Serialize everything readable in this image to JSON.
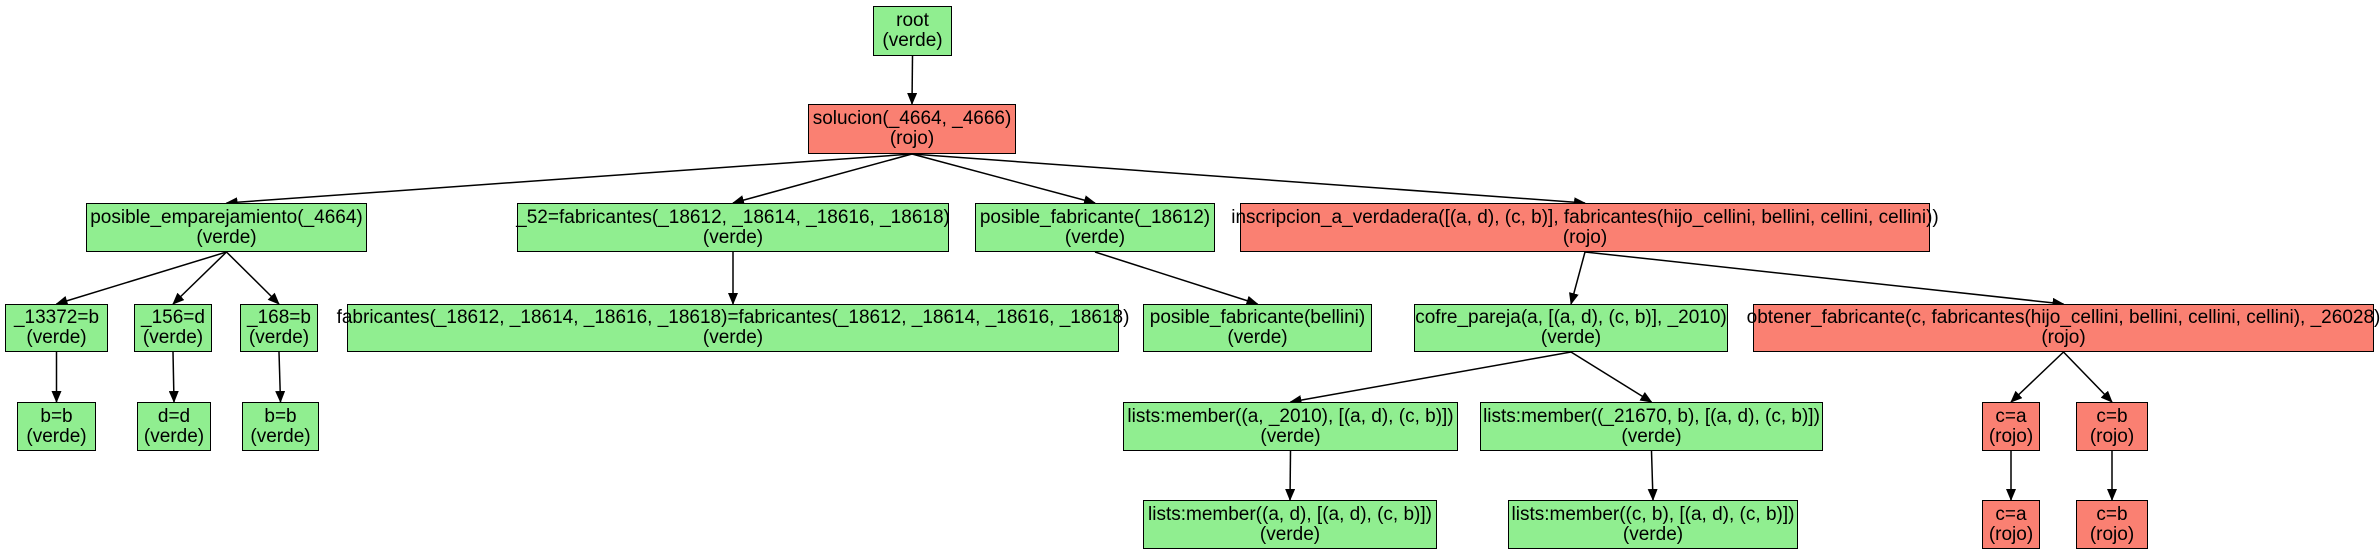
{
  "colors": {
    "verde": "#90ee90",
    "rojo": "#fa8072",
    "edge": "#000000"
  },
  "nodes": [
    {
      "id": "n0",
      "label": "root",
      "status": "(verde)",
      "state": "verde"
    },
    {
      "id": "n1",
      "label": "solucion(_4664, _4666)",
      "status": "(rojo)",
      "state": "rojo"
    },
    {
      "id": "n2",
      "label": "posible_emparejamiento(_4664)",
      "status": "(verde)",
      "state": "verde"
    },
    {
      "id": "n3",
      "label": "_52=fabricantes(_18612, _18614, _18616, _18618)",
      "status": "(verde)",
      "state": "verde"
    },
    {
      "id": "n4",
      "label": "posible_fabricante(_18612)",
      "status": "(verde)",
      "state": "verde"
    },
    {
      "id": "n5",
      "label": "inscripcion_a_verdadera([(a, d), (c, b)], fabricantes(hijo_cellini, bellini, cellini, cellini))",
      "status": "(rojo)",
      "state": "rojo"
    },
    {
      "id": "n6",
      "label": "_13372=b",
      "status": "(verde)",
      "state": "verde"
    },
    {
      "id": "n7",
      "label": "_156=d",
      "status": "(verde)",
      "state": "verde"
    },
    {
      "id": "n8",
      "label": "_168=b",
      "status": "(verde)",
      "state": "verde"
    },
    {
      "id": "n9",
      "label": "fabricantes(_18612, _18614, _18616, _18618)=fabricantes(_18612, _18614, _18616, _18618)",
      "status": "(verde)",
      "state": "verde"
    },
    {
      "id": "n10",
      "label": "posible_fabricante(bellini)",
      "status": "(verde)",
      "state": "verde"
    },
    {
      "id": "n11",
      "label": "cofre_pareja(a, [(a, d), (c, b)], _2010)",
      "status": "(verde)",
      "state": "verde"
    },
    {
      "id": "n12",
      "label": "obtener_fabricante(c, fabricantes(hijo_cellini, bellini, cellini, cellini), _26028)",
      "status": "(rojo)",
      "state": "rojo"
    },
    {
      "id": "n13",
      "label": "b=b",
      "status": "(verde)",
      "state": "verde"
    },
    {
      "id": "n14",
      "label": "d=d",
      "status": "(verde)",
      "state": "verde"
    },
    {
      "id": "n15",
      "label": "b=b",
      "status": "(verde)",
      "state": "verde"
    },
    {
      "id": "n16",
      "label": "lists:member((a, _2010), [(a, d), (c, b)])",
      "status": "(verde)",
      "state": "verde"
    },
    {
      "id": "n17",
      "label": "lists:member((_21670, b), [(a, d), (c, b)])",
      "status": "(verde)",
      "state": "verde"
    },
    {
      "id": "n18",
      "label": "c=a",
      "status": "(rojo)",
      "state": "rojo"
    },
    {
      "id": "n19",
      "label": "c=b",
      "status": "(rojo)",
      "state": "rojo"
    },
    {
      "id": "n20",
      "label": "lists:member((a, d), [(a, d), (c, b)])",
      "status": "(verde)",
      "state": "verde"
    },
    {
      "id": "n21",
      "label": "lists:member((c, b), [(a, d), (c, b)])",
      "status": "(verde)",
      "state": "verde"
    },
    {
      "id": "n22",
      "label": "c=a",
      "status": "(rojo)",
      "state": "rojo"
    },
    {
      "id": "n23",
      "label": "c=b",
      "status": "(rojo)",
      "state": "rojo"
    }
  ],
  "edges": [
    [
      "n0",
      "n1"
    ],
    [
      "n1",
      "n2"
    ],
    [
      "n1",
      "n3"
    ],
    [
      "n1",
      "n4"
    ],
    [
      "n1",
      "n5"
    ],
    [
      "n2",
      "n6"
    ],
    [
      "n2",
      "n7"
    ],
    [
      "n2",
      "n8"
    ],
    [
      "n3",
      "n9"
    ],
    [
      "n4",
      "n10"
    ],
    [
      "n5",
      "n11"
    ],
    [
      "n5",
      "n12"
    ],
    [
      "n6",
      "n13"
    ],
    [
      "n7",
      "n14"
    ],
    [
      "n8",
      "n15"
    ],
    [
      "n11",
      "n16"
    ],
    [
      "n11",
      "n17"
    ],
    [
      "n12",
      "n18"
    ],
    [
      "n12",
      "n19"
    ],
    [
      "n16",
      "n20"
    ],
    [
      "n17",
      "n21"
    ],
    [
      "n18",
      "n22"
    ],
    [
      "n19",
      "n23"
    ]
  ]
}
